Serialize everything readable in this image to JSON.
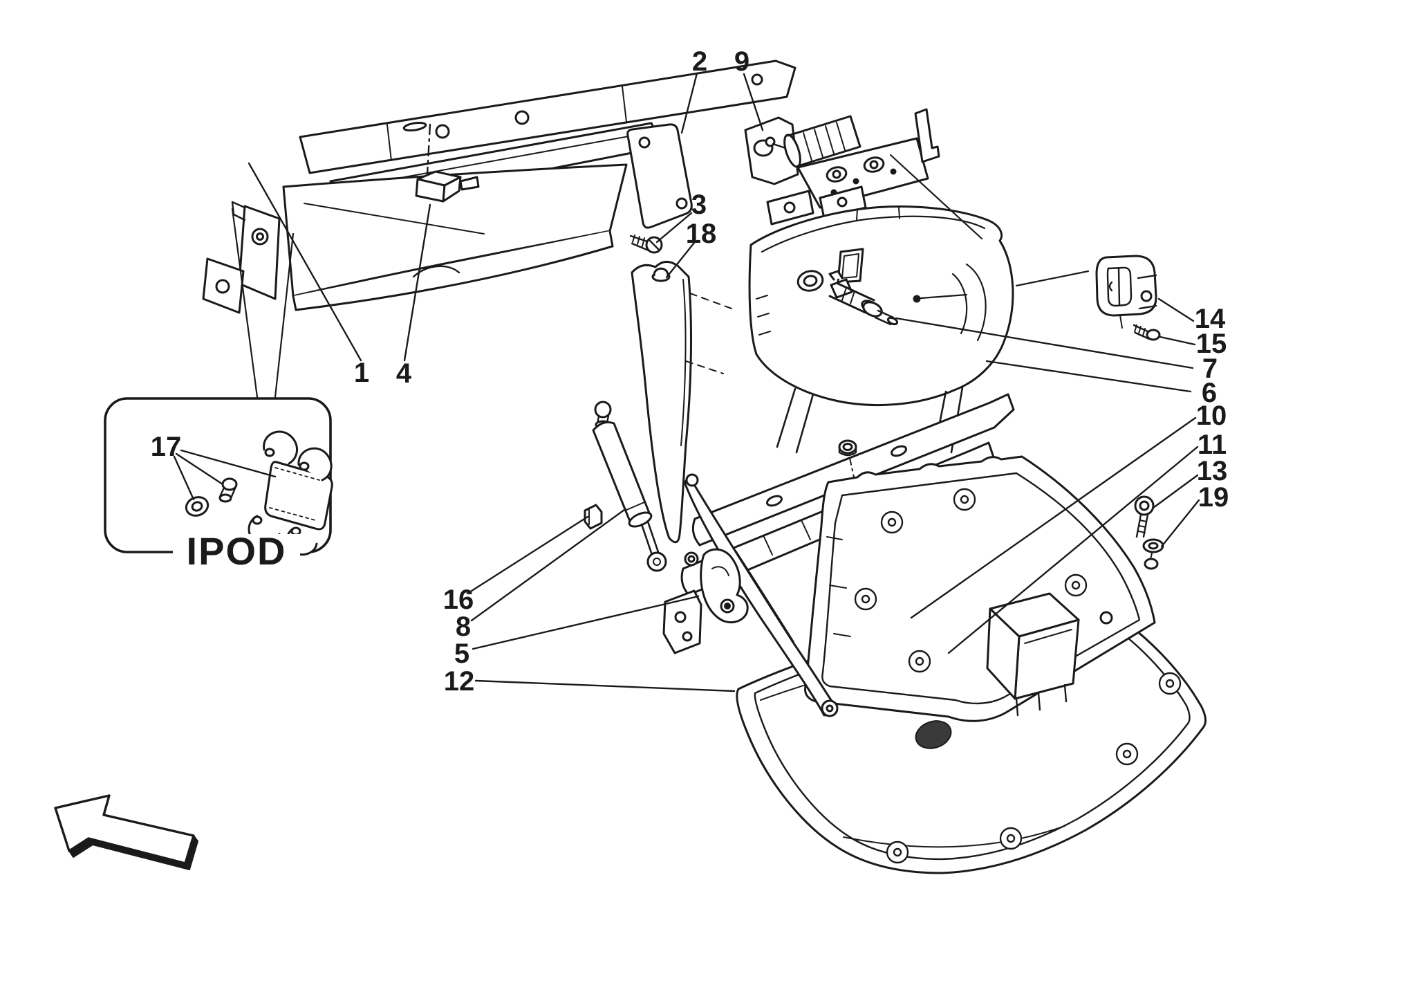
{
  "figure": {
    "kind": "exploded-parts-diagram",
    "subject": "glove compartment assembly",
    "background": "#ffffff",
    "line_color": "#1a1a1a",
    "ipod_label": "IPOD",
    "callouts": [
      {
        "label": "1"
      },
      {
        "label": "2"
      },
      {
        "label": "3"
      },
      {
        "label": "4"
      },
      {
        "label": "5"
      },
      {
        "label": "6"
      },
      {
        "label": "7"
      },
      {
        "label": "8"
      },
      {
        "label": "9"
      },
      {
        "label": "10"
      },
      {
        "label": "11"
      },
      {
        "label": "12"
      },
      {
        "label": "13"
      },
      {
        "label": "14"
      },
      {
        "label": "15"
      },
      {
        "label": "16"
      },
      {
        "label": "17"
      },
      {
        "label": "18"
      },
      {
        "label": "19"
      }
    ]
  }
}
